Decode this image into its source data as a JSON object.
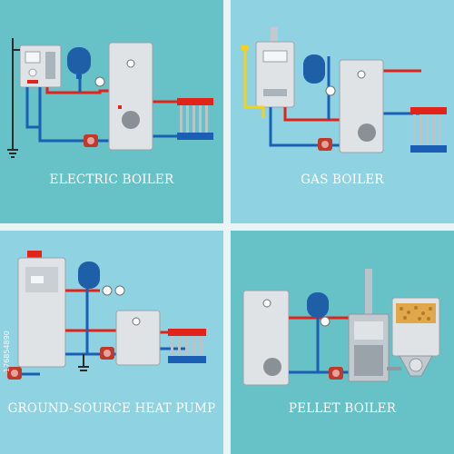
{
  "panels": [
    {
      "caption": "ELECTRIC BOILER",
      "background": "#66c2c7"
    },
    {
      "caption": "GAS BOILER",
      "background": "#8fd3e3"
    },
    {
      "caption": "GROUND-SOURCE HEAT PUMP",
      "background": "#8fd3e3"
    },
    {
      "caption": "PELLET BOILER",
      "background": "#66c2c7"
    }
  ],
  "stock_id": "176854890",
  "colors": {
    "hot_pipe": "#e2231a",
    "cold_pipe": "#1a5fb4",
    "gas_pipe": "#f2d21a",
    "expansion_tank": "#1f5fa8",
    "tank_body": "#dfe3e6",
    "pellets": "#e0a84a"
  }
}
